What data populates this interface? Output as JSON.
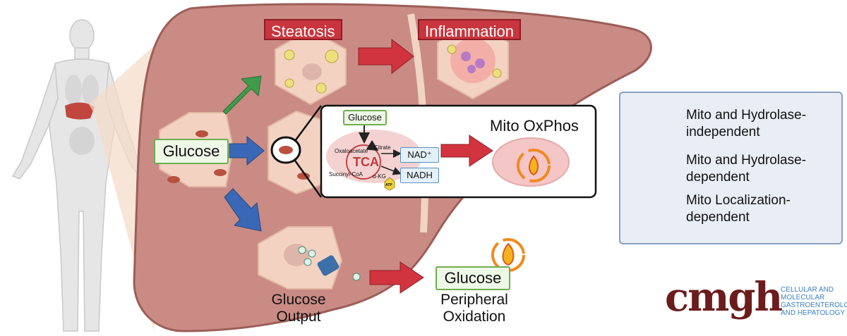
{
  "labels": {
    "steatosis": "Steatosis",
    "inflammation": "Inflammation",
    "glucose_main": "Glucose",
    "glucose_inset": "Glucose",
    "mito_oxphos": "Mito OxPhos",
    "tca": "TCA",
    "citrate": "Citrate",
    "oxaloacetate": "Oxaloacetate",
    "succinyl_coa": "Succinyl-CoA",
    "akg": "α-KG",
    "atp": "ATP",
    "nad": "NAD⁺",
    "nadh": "NADH",
    "glucose_output_line1": "Glucose",
    "glucose_output_line2": "Output",
    "glucose_peripheral": "Glucose",
    "peripheral_line1": "Peripheral",
    "peripheral_line2": "Oxidation"
  },
  "legend": {
    "items": [
      {
        "color": "#3f9b4a",
        "text": "Mito and Hydrolase-independent"
      },
      {
        "color": "#d1343e",
        "text": "Mito and Hydrolase-dependent"
      },
      {
        "color": "#3a68b6",
        "text": "Mito Localization-dependent"
      }
    ]
  },
  "logo": {
    "main": "cmgh",
    "line1": "CELLULAR AND",
    "line2": "MOLECULAR",
    "line3": "GASTROENTEROLOGY",
    "line4": "AND HEPATOLOGY"
  },
  "colors": {
    "liver": "#c98b84",
    "liver_dark": "#9c5e58",
    "cell": "#f3d2c2",
    "green_arrow": "#3f9b4a",
    "red_arrow": "#d1343e",
    "blue_arrow": "#3a68b6",
    "flame": "#f08a1f"
  }
}
